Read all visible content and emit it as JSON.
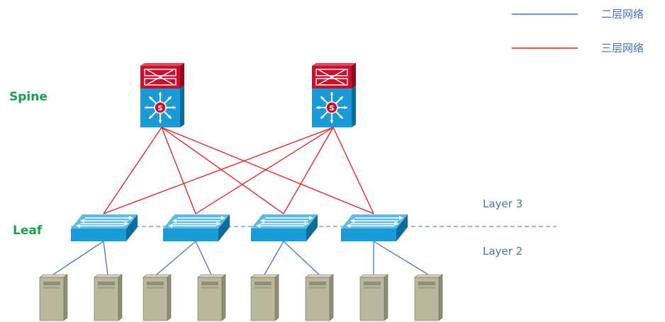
{
  "legend": {
    "items": [
      {
        "label": "二层网络",
        "color": "#4472c4"
      },
      {
        "label": "三层网络",
        "color": "#e41a1c"
      }
    ]
  },
  "tiers": {
    "spine_label": "Spine",
    "leaf_label": "Leaf"
  },
  "boundary": {
    "layer3_label": "Layer 3",
    "layer2_label": "Layer 2"
  },
  "colors": {
    "l2_link": "#4472c4",
    "l3_link": "#e41a1c",
    "switch_blue": "#1a9bd7",
    "spine_red": "#c8102e",
    "server": "#b9b79e",
    "tier_label": "#1aa04a",
    "boundary_label": "#4a6fb5"
  },
  "topology": {
    "spines": 2,
    "leaves": 4,
    "servers_per_leaf": 2,
    "icons": {
      "spine": "layer3-switch-icon",
      "leaf": "workgroup-switch-icon",
      "server": "server-tower-icon"
    }
  }
}
